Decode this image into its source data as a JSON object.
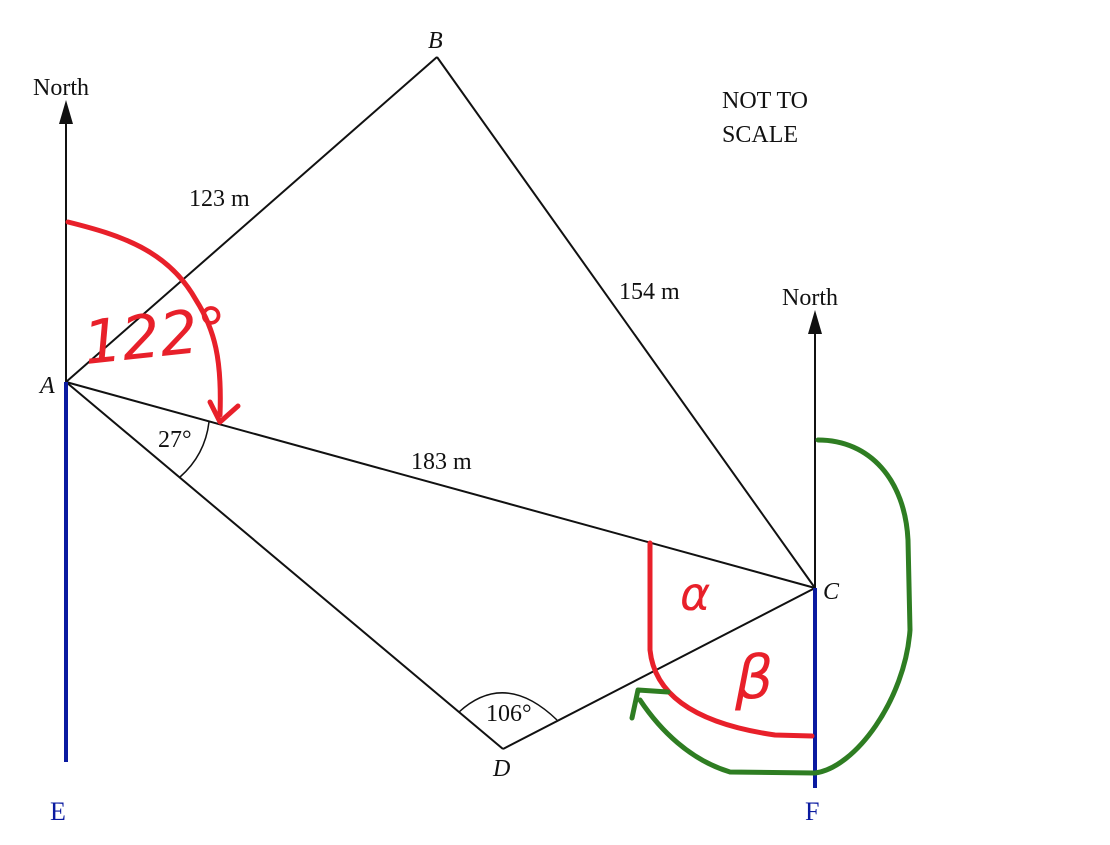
{
  "diagram": {
    "note": [
      "NOT TO",
      "SCALE"
    ],
    "points": {
      "A": "A",
      "B": "B",
      "C": "C",
      "D": "D"
    },
    "extra_points": {
      "E": "E",
      "F": "F"
    },
    "north_labels": {
      "at_A": "North",
      "at_C": "North"
    },
    "lengths": {
      "AB": "123 m",
      "BC": "154 m",
      "AC": "183 m"
    },
    "angles": {
      "at_A": "27°",
      "at_D": "106°"
    },
    "annotations": {
      "bearing_A": "122°",
      "alpha": "α",
      "beta": "β"
    },
    "colors": {
      "line": "#111111",
      "south_line": "#0a1aa0",
      "red_annotation": "#e8202a",
      "green_annotation": "#2e7d22"
    }
  }
}
